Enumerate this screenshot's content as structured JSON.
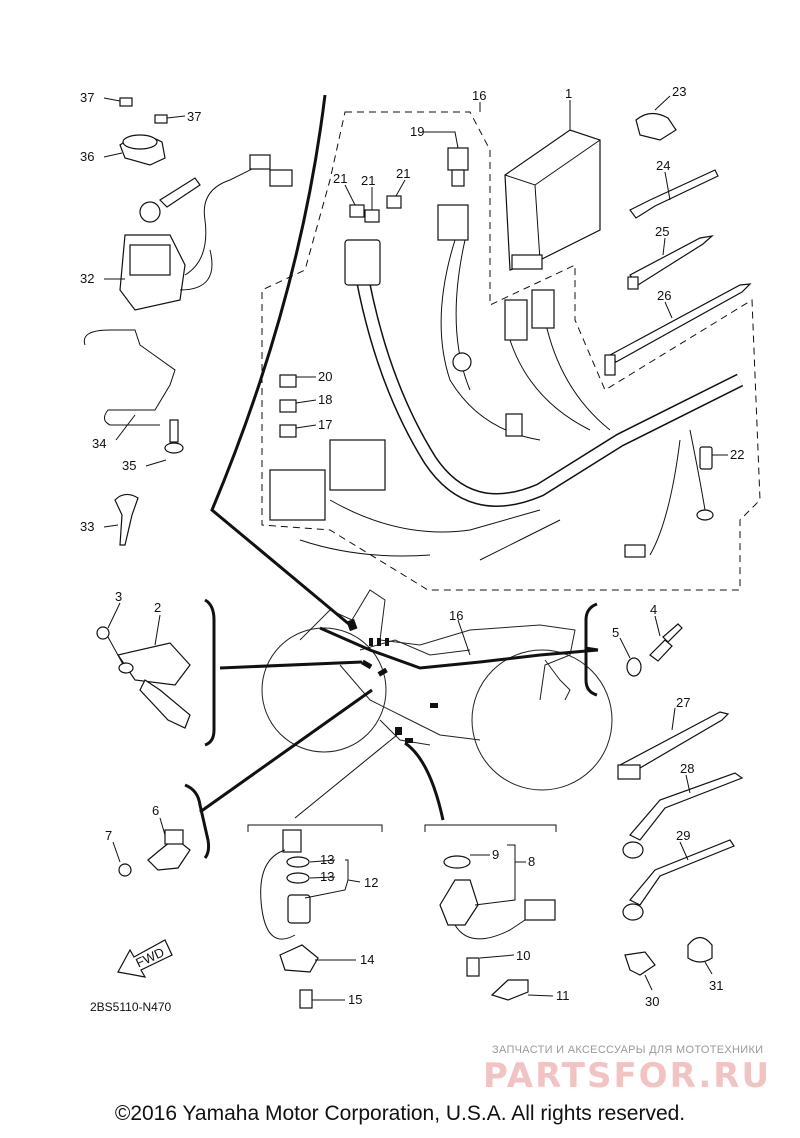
{
  "callouts": {
    "c1": "1",
    "c2": "2",
    "c3": "3",
    "c4": "4",
    "c5": "5",
    "c6": "6",
    "c7": "7",
    "c8": "8",
    "c9": "9",
    "c10": "10",
    "c11": "11",
    "c12": "12",
    "c13a": "13",
    "c13b": "13",
    "c14": "14",
    "c15": "15",
    "c16a": "16",
    "c16b": "16",
    "c17": "17",
    "c18": "18",
    "c19": "19",
    "c20": "20",
    "c21a": "21",
    "c21b": "21",
    "c21c": "21",
    "c22": "22",
    "c23": "23",
    "c24": "24",
    "c25": "25",
    "c26": "26",
    "c27": "27",
    "c28": "28",
    "c29": "29",
    "c30": "30",
    "c31": "31",
    "c32": "32",
    "c33": "33",
    "c34": "34",
    "c35": "35",
    "c36": "36",
    "c37a": "37",
    "c37b": "37"
  },
  "fwd_label": "FWD",
  "catalog_code": "2BS5110-N470",
  "watermark": {
    "tagline": "ЗАПЧАСТИ И АКСЕССУАРЫ ДЛЯ МОТОТЕХНИКИ",
    "logo": "PARTSFOR.RU"
  },
  "copyright": "©2016 Yamaha Motor Corporation, U.S.A. All rights reserved."
}
